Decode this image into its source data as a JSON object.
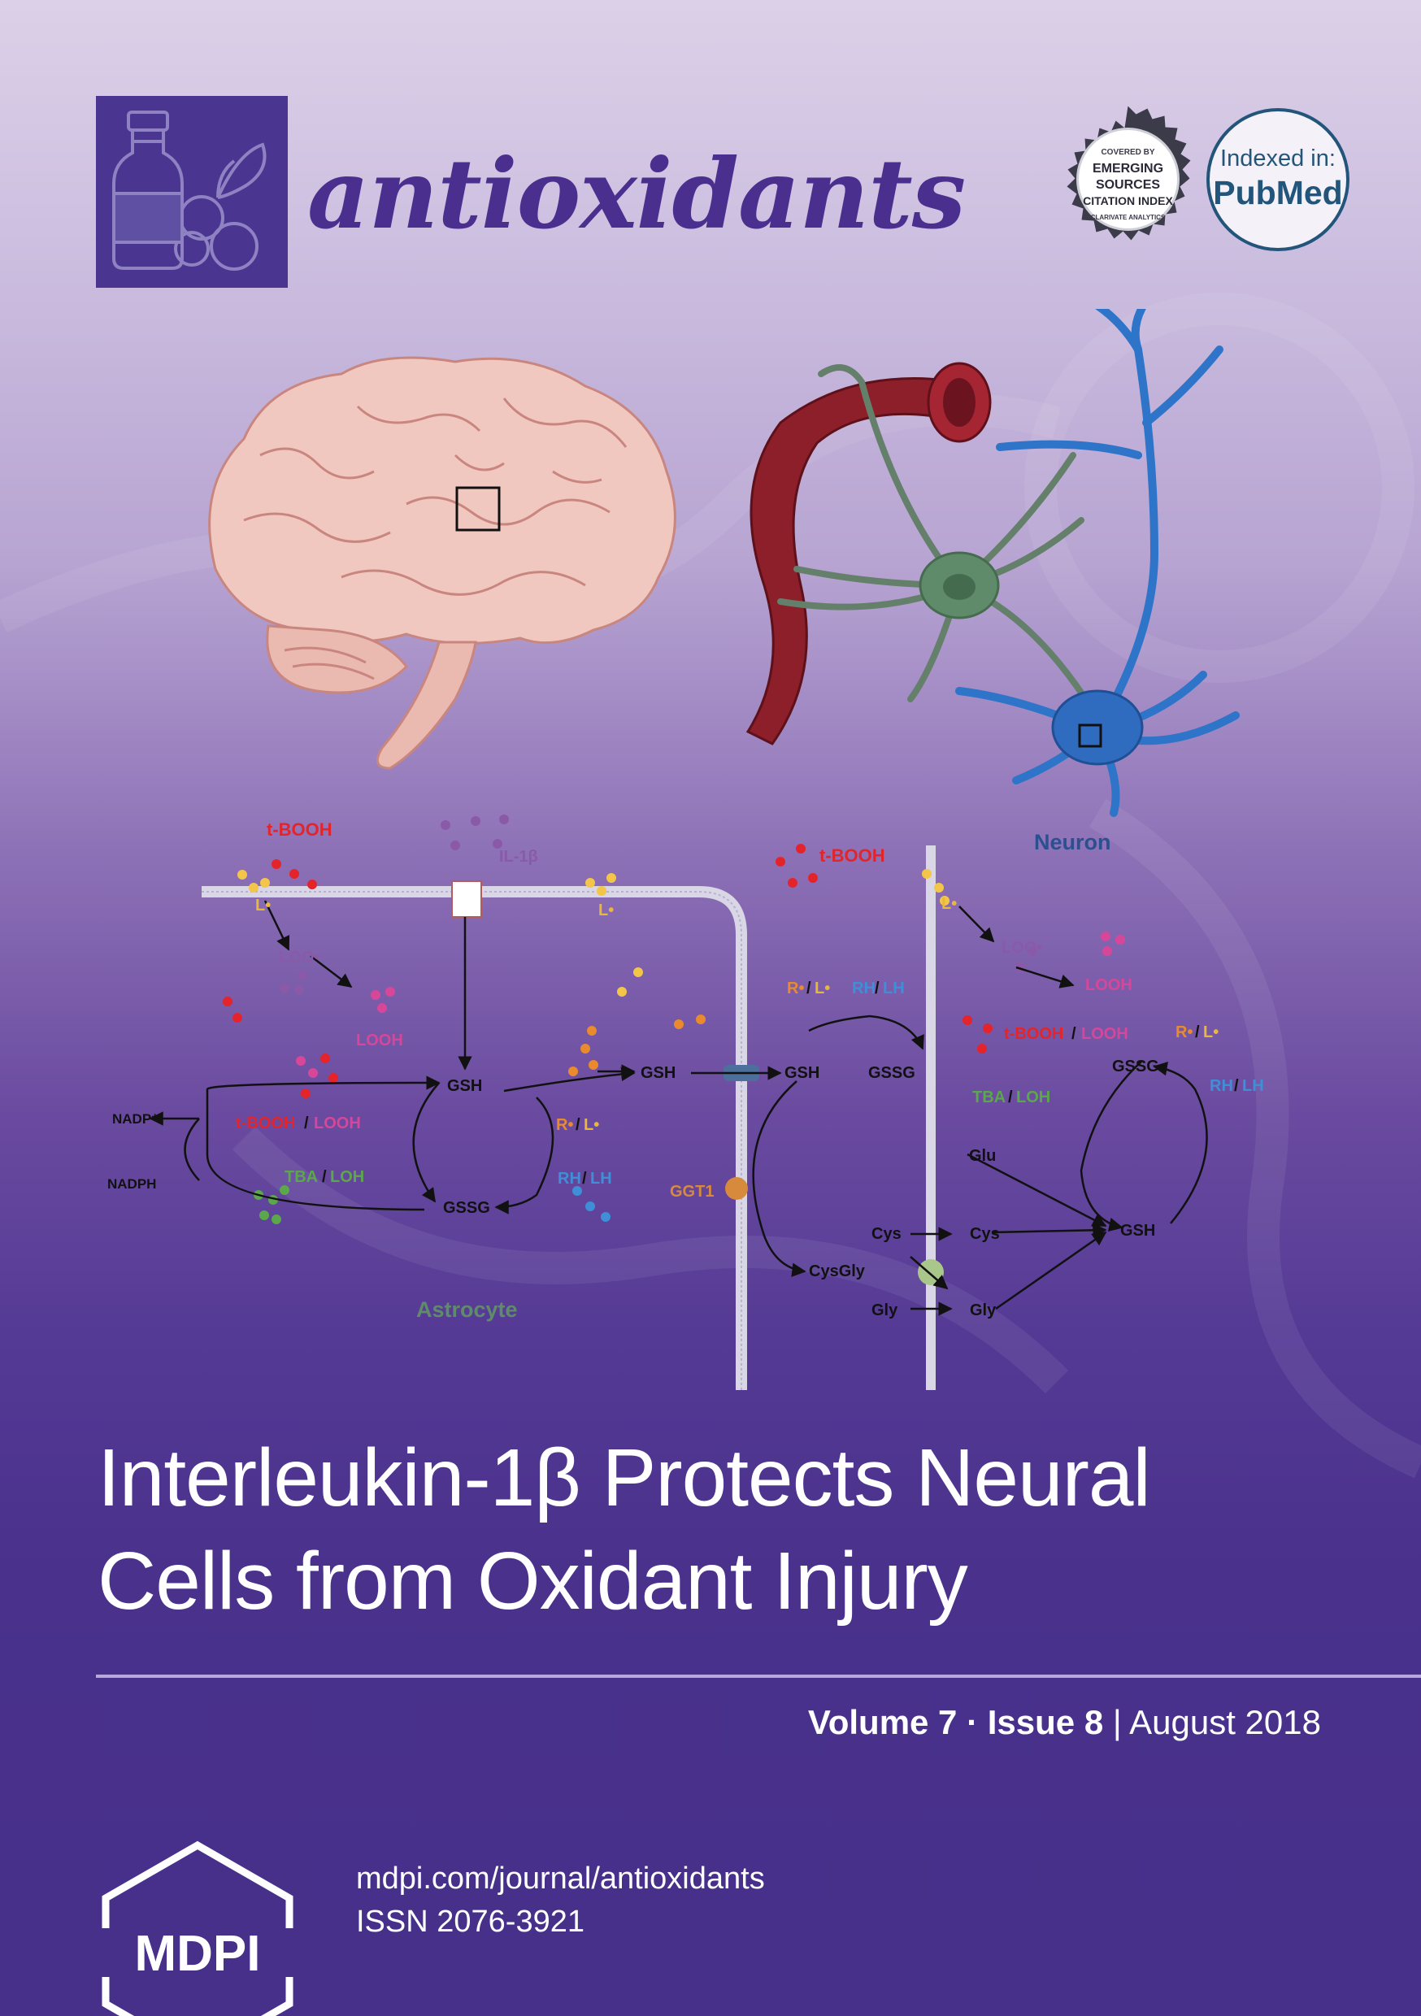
{
  "journal": {
    "name": "antioxidants",
    "badge_esci": [
      "COVERED BY",
      "EMERGING",
      "SOURCES",
      "CITATION INDEX",
      "CLARIVATE ANALYTICS"
    ],
    "badge_pubmed": [
      "Indexed in:",
      "PubMed"
    ]
  },
  "figure": {
    "labels": {
      "tbooh": "t-BOOH",
      "il1b": "IL-1β",
      "l_rad": "L•",
      "loo": "LOO•",
      "looh": "LOOH",
      "gsh": "GSH",
      "gssg": "GSSG",
      "nadp": "NADP⁺",
      "nadph": "NADPH",
      "tbooh_looh_a": "t-BOOH",
      "slash": "/",
      "looh_b": "LOOH",
      "tba": "TBA",
      "loh": "LOH",
      "r_rad": "R•",
      "rh": "RH",
      "lh": "LH",
      "ggt1": "GGT1",
      "cysgly": "CysGly",
      "cys": "Cys",
      "gly": "Gly",
      "glu": "Glu",
      "astrocyte": "Astrocyte",
      "neuron": "Neuron"
    }
  },
  "article": {
    "title_line1": "Interleukin-1β Protects Neural",
    "title_line2": "Cells from Oxidant Injury"
  },
  "issue": {
    "volume": "Volume 7",
    "sep": " · ",
    "number": "Issue 8",
    "divider": " | ",
    "date": "August 2018"
  },
  "publisher": {
    "logo": "MDPI",
    "url": "mdpi.com/journal/antioxidants",
    "issn": "ISSN 2076-3921"
  },
  "colors": {
    "journal_purple": "#4b2f8f",
    "pubmed_blue": "#23557a",
    "tbooh_red": "#e4242b",
    "loo_purple": "#8a5aa8",
    "looh_pink": "#d6479a",
    "l_yellow": "#f3c64a",
    "orange": "#e98a2e",
    "rh_blue": "#3f8fd8",
    "tba_green": "#5aa84a",
    "astrocyte_green": "#5f8b6a",
    "neuron_blue": "#2c4f8f"
  }
}
